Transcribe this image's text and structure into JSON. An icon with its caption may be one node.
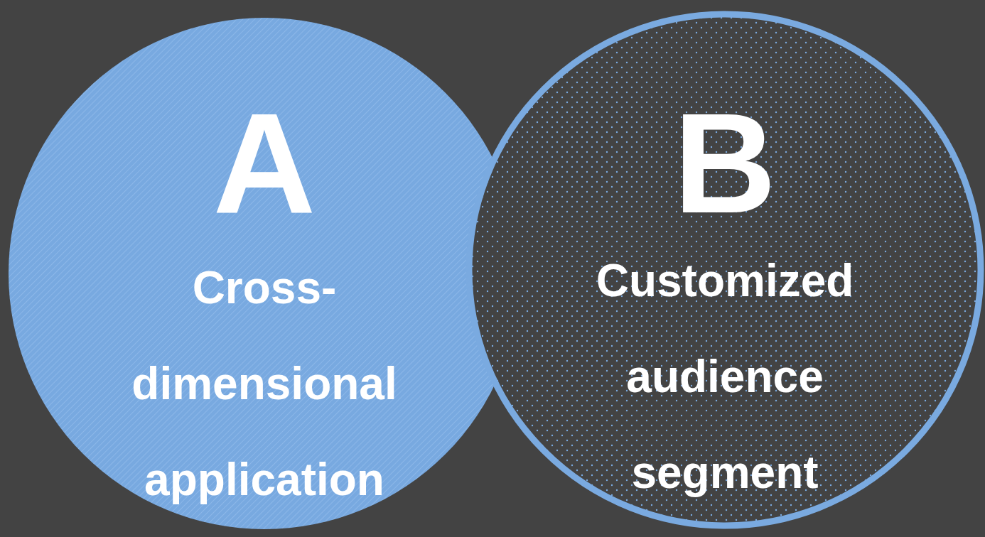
{
  "diagram": {
    "nodes": [
      {
        "text": [
          "A",
          "Cross-dimensional application"
        ]
      },
      {
        "text": [
          "B",
          "Customized audience segment"
        ]
      }
    ]
  }
}
